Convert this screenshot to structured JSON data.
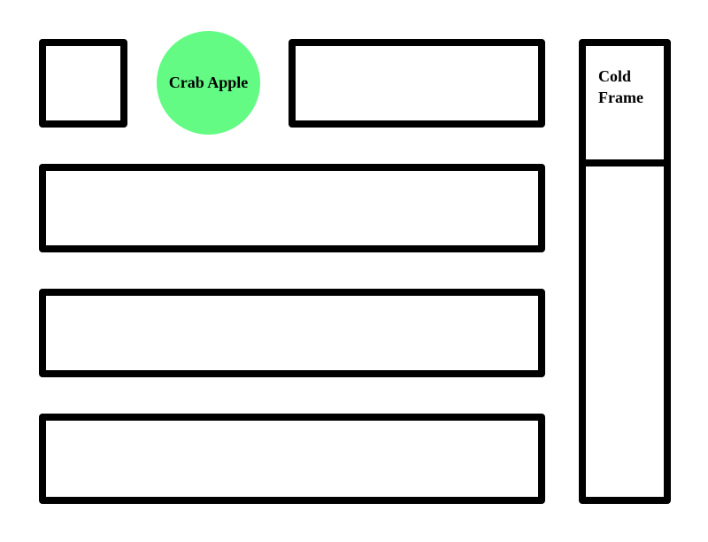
{
  "plan": {
    "tree": {
      "label": "Crab Apple",
      "color": "#63fb84"
    },
    "cold_frame": {
      "label_line1": "Cold",
      "label_line2": "Frame"
    },
    "colors": {
      "outline": "#000000",
      "background": "#ffffff"
    }
  }
}
